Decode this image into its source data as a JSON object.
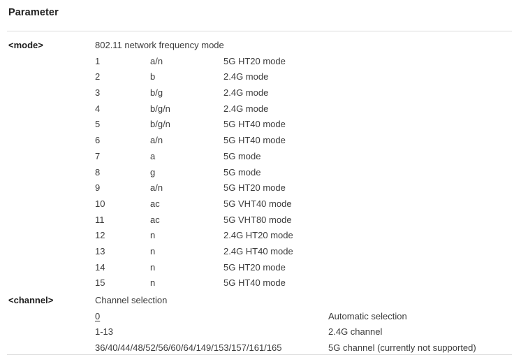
{
  "header": {
    "title": "Parameter"
  },
  "sections": [
    {
      "id": "mode",
      "param": "<mode>",
      "description": "802.11 network frequency mode",
      "rows": [
        {
          "code": "1",
          "std": "a/n",
          "detail": "5G HT20 mode"
        },
        {
          "code": "2",
          "std": "b",
          "detail": "2.4G mode"
        },
        {
          "code": "3",
          "std": "b/g",
          "detail": "2.4G mode"
        },
        {
          "code": "4",
          "std": "b/g/n",
          "detail": "2.4G mode"
        },
        {
          "code": "5",
          "std": "b/g/n",
          "detail": "5G HT40 mode"
        },
        {
          "code": "6",
          "std": "a/n",
          "detail": "5G HT40 mode"
        },
        {
          "code": "7",
          "std": "a",
          "detail": "5G mode"
        },
        {
          "code": "8",
          "std": "g",
          "detail": "5G mode"
        },
        {
          "code": "9",
          "std": "a/n",
          "detail": "5G HT20 mode"
        },
        {
          "code": "10",
          "std": "ac",
          "detail": "5G VHT40 mode"
        },
        {
          "code": "11",
          "std": "ac",
          "detail": "5G VHT80 mode"
        },
        {
          "code": "12",
          "std": "n",
          "detail": "2.4G HT20 mode"
        },
        {
          "code": "13",
          "std": "n",
          "detail": "2.4G HT40 mode"
        },
        {
          "code": "14",
          "std": "n",
          "detail": "5G HT20 mode"
        },
        {
          "code": "15",
          "std": "n",
          "detail": "5G HT40 mode"
        }
      ]
    },
    {
      "id": "channel",
      "param": "<channel>",
      "description": "Channel selection",
      "rows": [
        {
          "code": "0",
          "underline": true,
          "right": "Automatic selection"
        },
        {
          "code": "1-13",
          "underline": false,
          "right": "2.4G channel"
        },
        {
          "code": "36/40/44/48/52/56/60/64/149/153/157/161/165",
          "underline": false,
          "right": "5G channel (currently not supported)"
        }
      ]
    }
  ],
  "colors": {
    "text": "#3c3c3c",
    "heading": "#222222",
    "rule": "#dddddd",
    "background": "#ffffff"
  }
}
